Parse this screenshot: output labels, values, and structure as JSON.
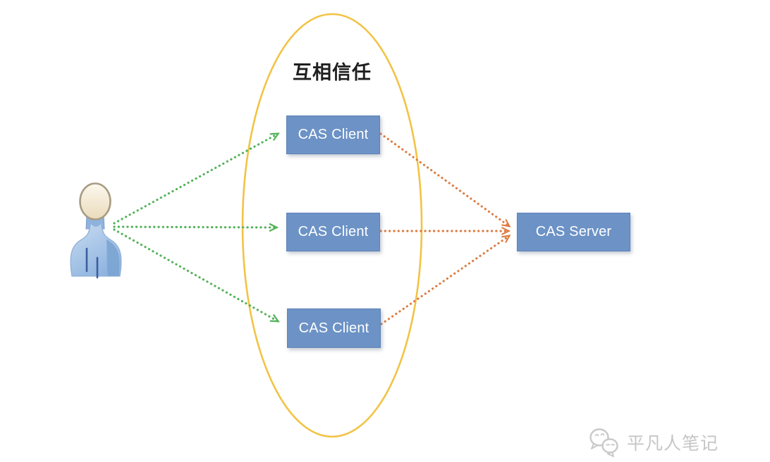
{
  "diagram": {
    "trust_group": {
      "label": "互相信任"
    },
    "user": {
      "icon": "person-figure"
    },
    "clients": [
      {
        "label": "CAS Client"
      },
      {
        "label": "CAS Client"
      },
      {
        "label": "CAS Client"
      }
    ],
    "server": {
      "label": "CAS Server"
    },
    "arrows": {
      "user_to_clients": {
        "count": 3,
        "style": "dotted",
        "color": "#53B259"
      },
      "clients_to_server": {
        "count": 3,
        "style": "dotted",
        "color": "#DD7C42"
      }
    },
    "colors": {
      "node_fill": "#6C92C6",
      "node_border": "#5E84B8",
      "node_text": "#FFFFFF",
      "trust_ellipse_stroke": "#F2C345",
      "title_text": "#1F1F1F",
      "background": "#FFFFFF"
    }
  },
  "watermark": {
    "text": "平凡人笔记",
    "logo": "wechat-logo-icon",
    "color": "#C6C6C6"
  }
}
